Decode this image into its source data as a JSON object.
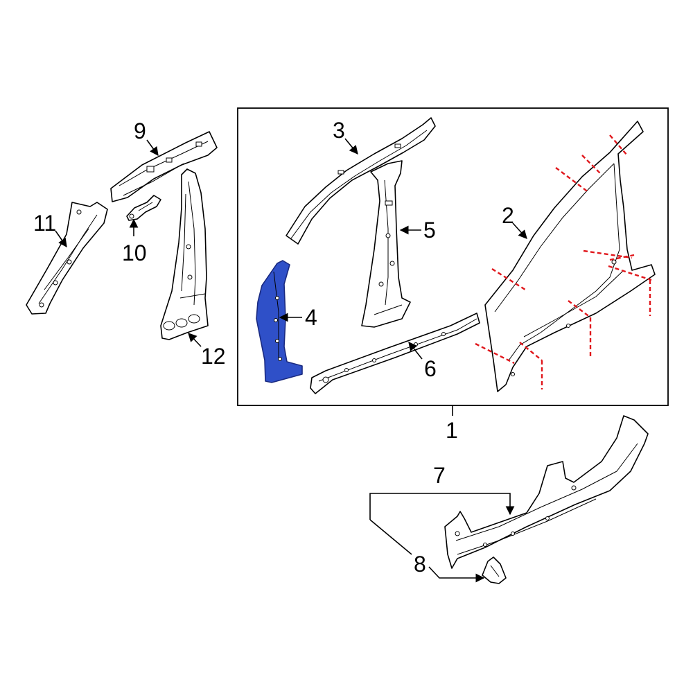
{
  "colors": {
    "highlight": "#2f50c8",
    "cut_lines": "#e0161b",
    "line": "#000000",
    "background": "#ffffff"
  },
  "callouts": [
    {
      "id": "1",
      "label": "1"
    },
    {
      "id": "2",
      "label": "2"
    },
    {
      "id": "3",
      "label": "3"
    },
    {
      "id": "4",
      "label": "4"
    },
    {
      "id": "5",
      "label": "5"
    },
    {
      "id": "6",
      "label": "6"
    },
    {
      "id": "7",
      "label": "7"
    },
    {
      "id": "8",
      "label": "8"
    },
    {
      "id": "9",
      "label": "9"
    },
    {
      "id": "10",
      "label": "10"
    },
    {
      "id": "11",
      "label": "11"
    },
    {
      "id": "12",
      "label": "12"
    }
  ],
  "highlighted_part": "4"
}
